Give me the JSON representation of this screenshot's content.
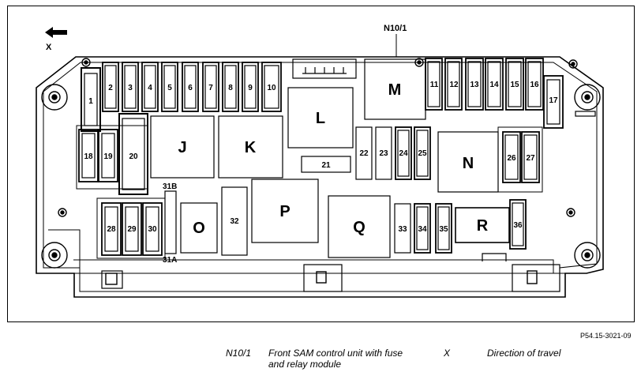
{
  "callout": "N10/1",
  "direction_label": "X",
  "reference": "P54.15-3021-09",
  "legend": [
    {
      "code": "N10/1",
      "text": "Front SAM control unit with fuse and relay module"
    },
    {
      "code": "X",
      "text": "Direction of travel"
    }
  ],
  "fuses_top": [
    "1",
    "2",
    "3",
    "4",
    "5",
    "6",
    "7",
    "8",
    "9",
    "10"
  ],
  "fuses_top_right": [
    "11",
    "12",
    "13",
    "14",
    "15",
    "16",
    "17"
  ],
  "fuses_mid_left": [
    "18",
    "19",
    "20"
  ],
  "fuses_mid": [
    "21",
    "22",
    "23",
    "24",
    "25"
  ],
  "fuses_right": [
    "26",
    "27"
  ],
  "fuses_bottom_left": [
    "28",
    "29",
    "30",
    "31B",
    "31A",
    "32"
  ],
  "fuses_bottom_right": [
    "33",
    "34",
    "35",
    "36"
  ],
  "relays": [
    "J",
    "K",
    "L",
    "M",
    "N",
    "O",
    "P",
    "Q",
    "R"
  ]
}
